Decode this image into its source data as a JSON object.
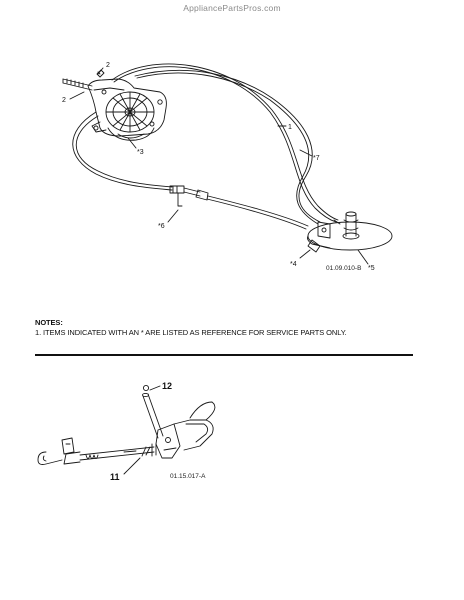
{
  "watermark": "AppliancePartsPros.com",
  "upper_diagram": {
    "code": "01.09.010-B",
    "callouts": [
      "2",
      "2",
      "*3",
      "1",
      "*7",
      "*6",
      "*4",
      "*5"
    ]
  },
  "notes": {
    "heading": "NOTES:",
    "line1": "1. ITEMS INDICATED WITH AN * ARE LISTED AS REFERENCE FOR SERVICE PARTS ONLY."
  },
  "lower_diagram": {
    "code": "01.15.017-A",
    "callouts": [
      "12",
      "11"
    ]
  }
}
